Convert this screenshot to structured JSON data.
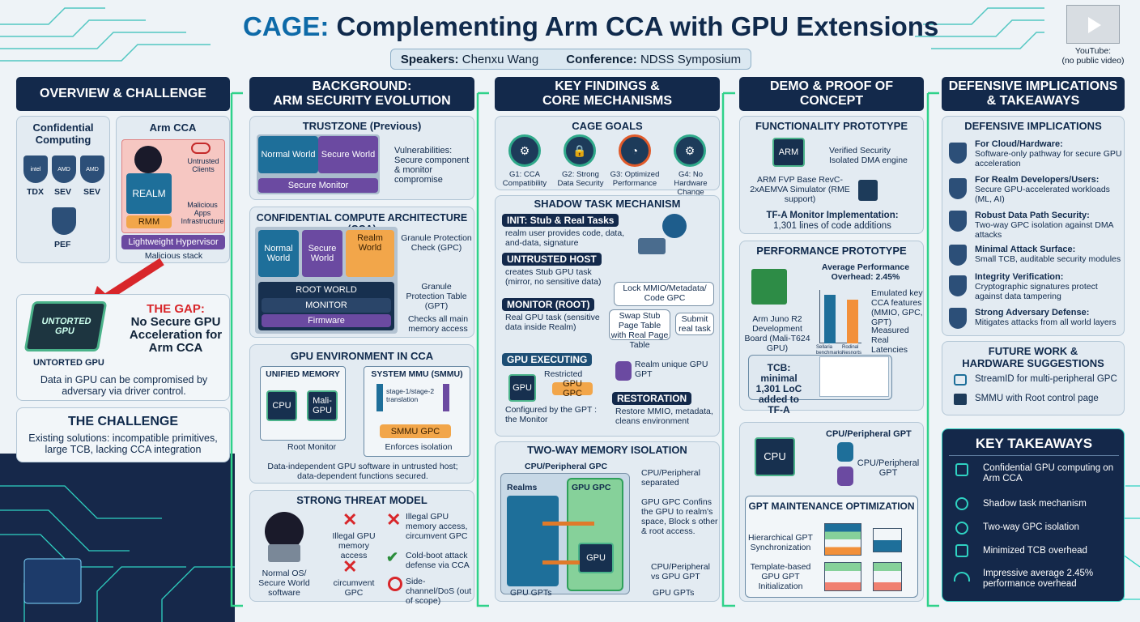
{
  "title": {
    "prefix": "CAGE:",
    "rest": " Complementing Arm CCA with GPU Extensions"
  },
  "meta": {
    "speakers_label": "Speakers:",
    "speakers": "Chenxu Wang",
    "conference_label": "Conference:",
    "conference": "NDSS Symposium"
  },
  "youtube": {
    "l1": "YouTube:",
    "l2": "(no public video)"
  },
  "col1": {
    "header": "OVERVIEW & CHALLENGE",
    "cc_title": "Confidential Computing",
    "cc_items": [
      "TDX",
      "SEV",
      "SEV",
      "PEF"
    ],
    "cc_logos": [
      "intel",
      "AMD",
      "AMD"
    ],
    "arm_title": "Arm CCA",
    "realm": "REALM",
    "untrusted": "Untrusted Clients",
    "malicious": "Malicious Apps Infrastructure",
    "rmm": "RMM",
    "hyp": "Lightweight Hypervisor",
    "stack": "Malicious stack",
    "chip_label": "UNTORTED GPU",
    "chip_text": "UNTORTED GPU",
    "gap_title": "THE GAP:",
    "gap_text": "No Secure GPU Acceleration for Arm CCA",
    "gap_desc": "Data in GPU can be compromised by adversary via driver control.",
    "ch_title": "THE CHALLENGE",
    "ch_text": "Existing solutions: incompatible primitives, large TCB, lacking CCA integration"
  },
  "col2": {
    "header": "BACKGROUND:\nARM SECURITY EVOLUTION",
    "tz_title": "TRUSTZONE (Previous)",
    "normal": "Normal World",
    "secure": "Secure World",
    "monitor": "Secure Monitor",
    "vuln": "Vulnerabilities: Secure component & monitor compromise",
    "cca_title": "CONFIDENTIAL COMPUTE ARCHITECTURE (CCA)",
    "realm": "Realm World",
    "root": "ROOT WORLD",
    "mon": "MONITOR",
    "fw": "Firmware",
    "gpc": "Granule Protection Check (GPC)",
    "gpt": "Granule Protection Table (GPT)",
    "checks": "Checks all main memory access",
    "gpu_title": "GPU ENVIRONMENT IN CCA",
    "um": "UNIFIED MEMORY",
    "smmu": "SYSTEM MMU (SMMU)",
    "cpu": "CPU",
    "mali": "Mali-GPU",
    "stage": "stage-1/stage-2 translation",
    "smmugpc": "SMMU GPC",
    "enf": "Enforces isolation",
    "rootmon": "Root Monitor",
    "gpu_desc": "Data-independent GPU software in untrusted host; data-dependent functions secured.",
    "threat_title": "STRONG THREAT MODEL",
    "t1": "Illegal GPU memory access",
    "t2": "circumvent GPC",
    "t3": "Illegal GPU memory access, circumvent GPC",
    "t4": "Cold-boot attack defense via CCA",
    "t5": "Side-channel/DoS (out of scope)",
    "os": "Normal OS/ Secure World software"
  },
  "col3": {
    "header": "KEY FINDINGS &\nCORE MECHANISMS",
    "goals_title": "CAGE GOALS",
    "goals": [
      "G1: CCA Compatibility",
      "G2: Strong Data Security",
      "G3: Optimized Performance",
      "G4: No Hardware Change"
    ],
    "st_title": "SHADOW TASK MECHANISM",
    "init": "INIT: Stub & Real Tasks",
    "init_t": "realm user provides code, data, and-data, signature",
    "uh": "UNTRUSTED HOST",
    "uh_t": "creates Stub GPU task (mirror, no sensitive data)",
    "lock": "Lock MMIO/Metadata/ Code GPC",
    "mon": "MONITOR (ROOT)",
    "mon_t": "Real GPU task (sensitive data inside Realm)",
    "swap": "Swap Stub Page Table with Real Page Table",
    "submit": "Submit real task",
    "gexec": "GPU EXECUTING",
    "restricted": "Restricted",
    "gpu": "GPU",
    "gpugpc": "GPU GPC",
    "realmgpt": "Realm unique GPU GPT",
    "conf": "Configured by the GPT : the Monitor",
    "rest": "RESTORATION",
    "rest_t": "Restore MMIO, metadata, cleans environment",
    "tw_title": "TWO-WAY MEMORY ISOLATION",
    "cpg": "CPU/Peripheral GPC",
    "realms": "Realms",
    "gpg": "GPU GPC",
    "a1": "CPU/Peripheral separated",
    "a2": "GPU GPC Confins the GPU to realm's space, Block s other & root access.",
    "a3": "CPU/Peripheral vs GPU GPT",
    "a4": "GPU GPTs",
    "a5": "GPU GPTs"
  },
  "col4": {
    "header": "DEMO & PROOF OF CONCEPT",
    "fp_title": "FUNCTIONALITY PROTOTYPE",
    "arm": "ARM",
    "v1": "Verified Security",
    "v2": "Isolated DMA engine",
    "fvp": "ARM FVP Base RevC-2xAEMVA Simulator (RME support)",
    "tfa": "TF-A Monitor Implementation:",
    "tfa2": "1,301 lines of code additions",
    "pp_title": "PERFORMANCE PROTOTYPE",
    "juno": "Arm Juno R2 Development Board (Mali-T624 GPU)",
    "avg": "Average Performance Overhead: 2.45%",
    "b1": "Emulated key CCA features (MMIO, GPC, GPT)",
    "b2": "Measured Real Latencies",
    "bar1": "Sellaria benchmarks",
    "bar2": "Rodinal Nesnorts",
    "tcb": "TCB: minimal 1,301 LoC added to TF-A",
    "cpu": "CPU",
    "cpg1": "CPU/Peripheral GPT",
    "cpg2": "CPU/Peripheral GPT",
    "opt_title": "GPT MAINTENANCE OPTIMIZATION",
    "h1": "Hierarchical GPT Synchronization",
    "h2": "Template-based GPU GPT Initialization"
  },
  "col5": {
    "header": "DEFENSIVE IMPLICATIONS\n& TAKEAWAYS",
    "di_title": "DEFENSIVE IMPLICATIONS",
    "items": [
      {
        "h": "For Cloud/Hardware:",
        "t": "Software-only pathway for secure GPU acceleration"
      },
      {
        "h": "For Realm Developers/Users:",
        "t": "Secure GPU-accelerated workloads (ML, AI)"
      },
      {
        "h": "Robust Data Path Security:",
        "t": "Two-way GPC isolation against DMA attacks"
      },
      {
        "h": "Minimal Attack Surface:",
        "t": "Small TCB, auditable security modules"
      },
      {
        "h": "Integrity Verification:",
        "t": "Cryptographic signatures protect against data tampering"
      },
      {
        "h": "Strong Adversary Defense:",
        "t": "Mitigates attacks from all world layers"
      }
    ],
    "fw_title": "FUTURE WORK & HARDWARE SUGGESTIONS",
    "fw1": "StreamID for multi-peripheral GPC",
    "fw2": "SMMU with Root control page",
    "kt_title": "KEY TAKEAWAYS",
    "kt": [
      "Confidential GPU computing on Arm CCA",
      "Shadow task mechanism",
      "Two-way GPC isolation",
      "Minimized TCB overhead",
      "Impressive average 2.45% performance overhead"
    ]
  }
}
